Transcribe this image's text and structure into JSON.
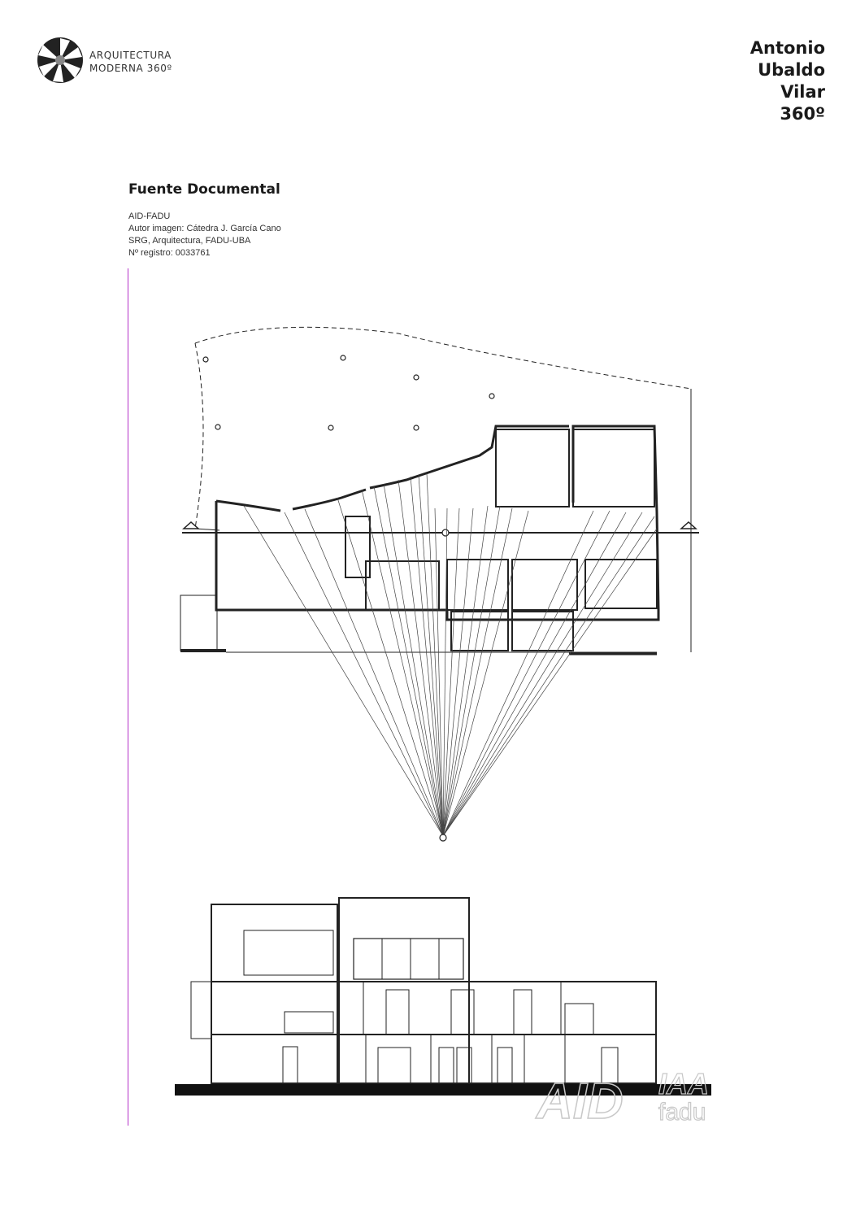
{
  "logo": {
    "icon": "aperture-logo-icon",
    "line1": "ARQUITECTURA",
    "line2": "MODERNA 360º"
  },
  "title": {
    "line1": "Antonio",
    "line2": "Ubaldo",
    "line3": "Vilar",
    "line4": "360º"
  },
  "source": {
    "heading": "Fuente Documental",
    "archive": "AID-FADU",
    "author": "Autor imagen: Cátedra J. García Cano",
    "institution": "SRG, Arquitectura, FADU-UBA",
    "registry": "Nº registro: 0033761"
  },
  "watermark": {
    "text1": "AID",
    "text2": "IAA",
    "text3": "fadu"
  },
  "colors": {
    "accent_line": "#b533c8",
    "ink": "#1a1a1a"
  }
}
